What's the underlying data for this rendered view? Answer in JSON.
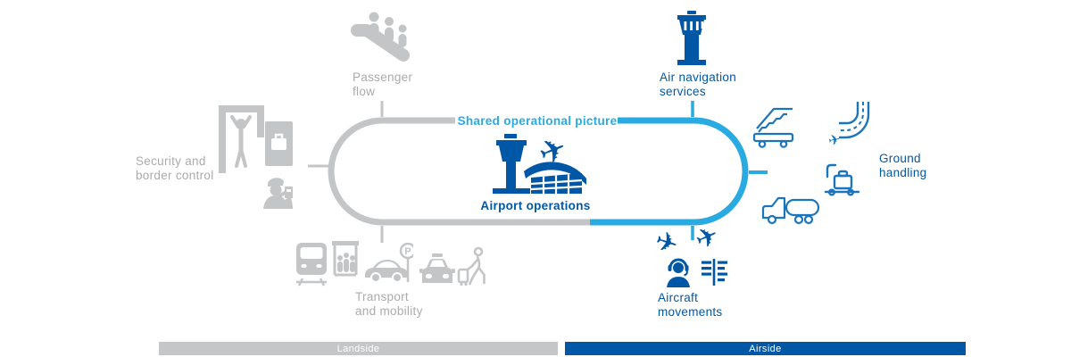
{
  "colors": {
    "cyan": "#29ABE2",
    "dark_blue": "#0057A6",
    "outline_blue": "#1B75BC",
    "icon_gray": "#C3C5C7",
    "text_gray": "#A9ABAD",
    "bar_gray": "#C5C6C8",
    "white": "#FFFFFF"
  },
  "center": {
    "shared_label": "Shared operational picture",
    "airport_label": "Airport operations"
  },
  "landside": {
    "section_label": "Landside",
    "passenger_flow_label": "Passenger\nflow",
    "security_label": "Security and\nborder control",
    "transport_label": "Transport\nand mobility"
  },
  "airside": {
    "section_label": "Airside",
    "air_navigation_label": "Air navigation\nservices",
    "ground_handling_label": "Ground\nhandling",
    "aircraft_movements_label": "Aircraft\nmovements"
  },
  "icons": {
    "plane_glyph": "✈",
    "parking_letter": "P"
  }
}
